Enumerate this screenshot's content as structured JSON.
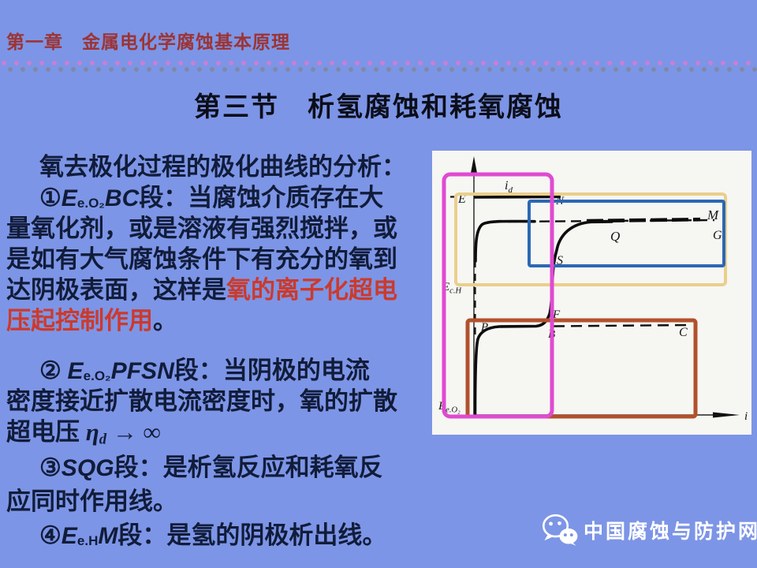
{
  "header": {
    "chapter": "第一章　金属电化学腐蚀基本原理"
  },
  "title": "第三节　析氢腐蚀和耗氧腐蚀",
  "body": {
    "lines": [
      {
        "indent": true,
        "gap": 0,
        "segments": [
          {
            "t": "氧去极化过程的极化曲线的分析："
          }
        ]
      },
      {
        "indent": true,
        "gap": 0,
        "segments": [
          {
            "t": "①"
          },
          {
            "t": "E",
            "s": "v"
          },
          {
            "t": "e.O₂",
            "s": "vs"
          },
          {
            "t": "BC",
            "s": "v"
          },
          {
            "t": "段：当腐蚀介质存在大"
          }
        ]
      },
      {
        "indent": false,
        "gap": 0,
        "segments": [
          {
            "t": "量氧化剂，或是溶液有强烈搅拌，或"
          }
        ]
      },
      {
        "indent": false,
        "gap": 0,
        "segments": [
          {
            "t": "是如有大气腐蚀条件下有充分的氧到"
          }
        ]
      },
      {
        "indent": false,
        "gap": 0,
        "segments": [
          {
            "t": "达阴极表面，这样是"
          },
          {
            "t": "氧的离子化超电",
            "s": "red"
          }
        ]
      },
      {
        "indent": false,
        "gap": 0,
        "segments": [
          {
            "t": "压起控制作用",
            "s": "red"
          },
          {
            "t": "。"
          }
        ]
      },
      {
        "indent": true,
        "gap": 24,
        "segments": [
          {
            "t": "② "
          },
          {
            "t": "E",
            "s": "v"
          },
          {
            "t": "e.O₂",
            "s": "vs"
          },
          {
            "t": "PFSN",
            "s": "v"
          },
          {
            "t": "段：当阴极的电流"
          }
        ]
      },
      {
        "indent": false,
        "gap": 0,
        "segments": [
          {
            "t": "密度接近扩散电流密度时，氧的扩散"
          }
        ]
      },
      {
        "indent": false,
        "gap": 0,
        "segments": [
          {
            "t": "超电压 "
          },
          {
            "t": "η",
            "s": "g"
          },
          {
            "t": "d",
            "s": "gs"
          },
          {
            "t": " → ∞"
          }
        ]
      },
      {
        "indent": true,
        "gap": 6,
        "segments": [
          {
            "t": "③"
          },
          {
            "t": "SQG",
            "s": "v"
          },
          {
            "t": "段：是析氢反应和耗氧反"
          }
        ]
      },
      {
        "indent": false,
        "gap": 4,
        "segments": [
          {
            "t": "应同时作用线。"
          }
        ]
      },
      {
        "indent": true,
        "gap": 4,
        "segments": [
          {
            "t": "④"
          },
          {
            "t": "E",
            "s": "v"
          },
          {
            "t": "e.H",
            "s": "vs"
          },
          {
            "t": "M",
            "s": "v"
          },
          {
            "t": "段：是氢的阴极析出线。"
          }
        ]
      }
    ]
  },
  "diagram": {
    "labels": {
      "e_top": "E",
      "id_main": "i",
      "id_sub": "d",
      "n": "N",
      "m": "M",
      "g": "G",
      "q": "Q",
      "s": "S",
      "f": "F",
      "b": "B",
      "p": "P",
      "c": "C",
      "ech_main": "E",
      "ech_sub": "c.H",
      "eeo_main": "E",
      "eeo_sub": "e.O₂",
      "x_axis": "i"
    },
    "box_colors": {
      "magenta": "#e04ad2",
      "yellow": "#eacf8b",
      "blue": "#2c67b5",
      "brown": "#b2512c"
    }
  },
  "footer": {
    "brand": "中国腐蚀与防护网"
  },
  "colors": {
    "background": "#7d95e6",
    "chapter_red": "#9c3434",
    "emphasis_red": "#cb3a2c",
    "body_text": "#111c3a",
    "panel_white": "#f6f6f3"
  }
}
